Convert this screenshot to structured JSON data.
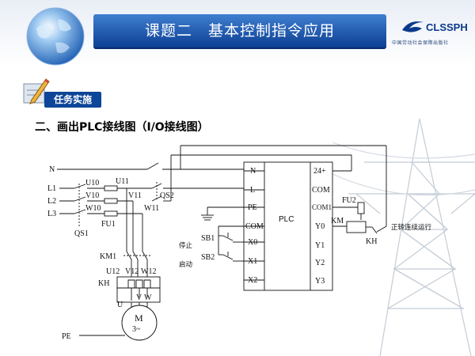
{
  "slide": {
    "title": "课题二　基本控制指令应用",
    "logo": "CLSSPH",
    "logo_subtitle": "中国劳动社会保障出版社",
    "task_tag": "任务实施",
    "section_heading": "二、画出PLC接线图（I/O接线图）"
  },
  "diagram": {
    "mains": {
      "n": "N",
      "l1": "L1",
      "l2": "L2",
      "l3": "L3",
      "pe": "PE"
    },
    "components": {
      "qs1": "QS1",
      "qs2": "QS2",
      "fu1": "FU1",
      "fu2": "FU2",
      "km1": "KM1",
      "kh": "KH",
      "km": "KM",
      "kh_contact": "KH",
      "sb1": "SB1",
      "sb2": "SB2"
    },
    "wires": {
      "u10": "U10",
      "v10": "V10",
      "w10": "W10",
      "u11": "U11",
      "v11": "V11",
      "w11": "W11",
      "u12": "U12",
      "v12": "V12",
      "w12": "W12"
    },
    "motor": {
      "symbol": "M",
      "phase": "3~",
      "u": "U",
      "v": "V",
      "w": "W"
    },
    "labels": {
      "stop": "停止",
      "start": "启动",
      "forward_run": "正转连续运行"
    },
    "plc": {
      "name": "PLC",
      "left_terminals": [
        "N",
        "L",
        "PE",
        "COM",
        "X0",
        "X1",
        "X2"
      ],
      "right_terminals": [
        "24+",
        "COM",
        "COM1",
        "Y0",
        "Y1",
        "Y2",
        "Y3"
      ]
    }
  }
}
